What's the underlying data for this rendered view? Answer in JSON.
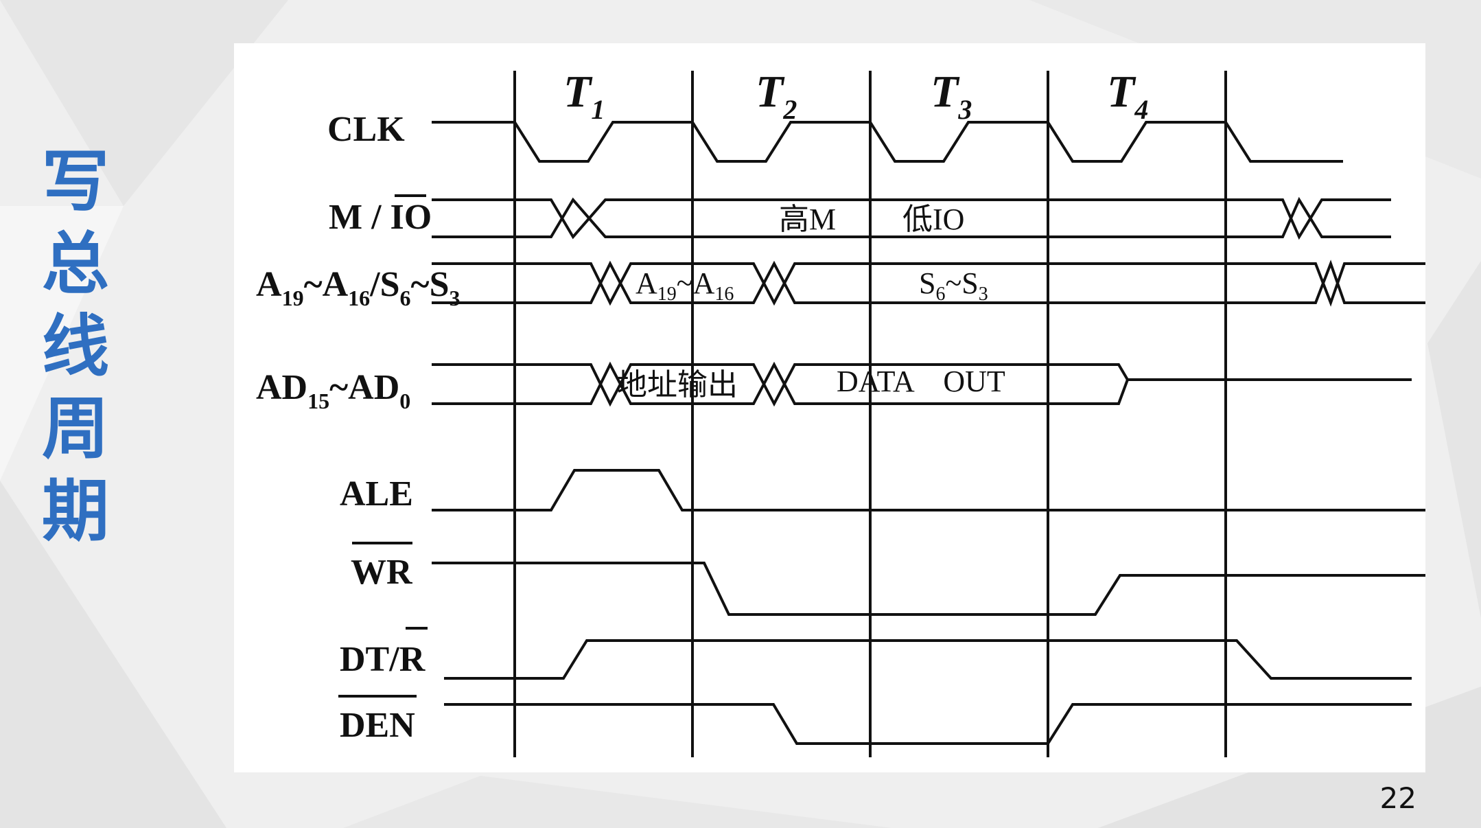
{
  "side_title": [
    "写",
    "总",
    "线",
    "周",
    "期"
  ],
  "page_number": "22",
  "clock_states": [
    {
      "main": "T",
      "sub": "1"
    },
    {
      "main": "T",
      "sub": "2"
    },
    {
      "main": "T",
      "sub": "3"
    },
    {
      "main": "T",
      "sub": "4"
    }
  ],
  "signals": {
    "clk": "CLK",
    "mio": {
      "prefix": "M / ",
      "overbar": "IO"
    },
    "addr_status": {
      "parts": [
        "A",
        "19",
        "~A",
        "16",
        "/S",
        "6",
        "~S",
        "3"
      ]
    },
    "ad_bus": {
      "parts": [
        "AD",
        "15",
        "~AD",
        "0"
      ]
    },
    "ale": "ALE",
    "wr": {
      "overbar": "WR"
    },
    "dtr": {
      "prefix": "DT/",
      "overbar": "R"
    },
    "den": {
      "overbar": "DEN"
    }
  },
  "annotations": {
    "mio_high": "高M",
    "mio_low": "低IO",
    "addr_phase": {
      "parts": [
        "A",
        "19",
        "~A",
        "16"
      ]
    },
    "status_phase": {
      "parts": [
        "S",
        "6",
        "~S",
        "3"
      ]
    },
    "address_out": "地址输出",
    "data_out": "DATA　OUT"
  },
  "colors": {
    "title": "#2f6fc1",
    "background": "#efefef",
    "panel": "#ffffff",
    "ink": "#111111"
  }
}
